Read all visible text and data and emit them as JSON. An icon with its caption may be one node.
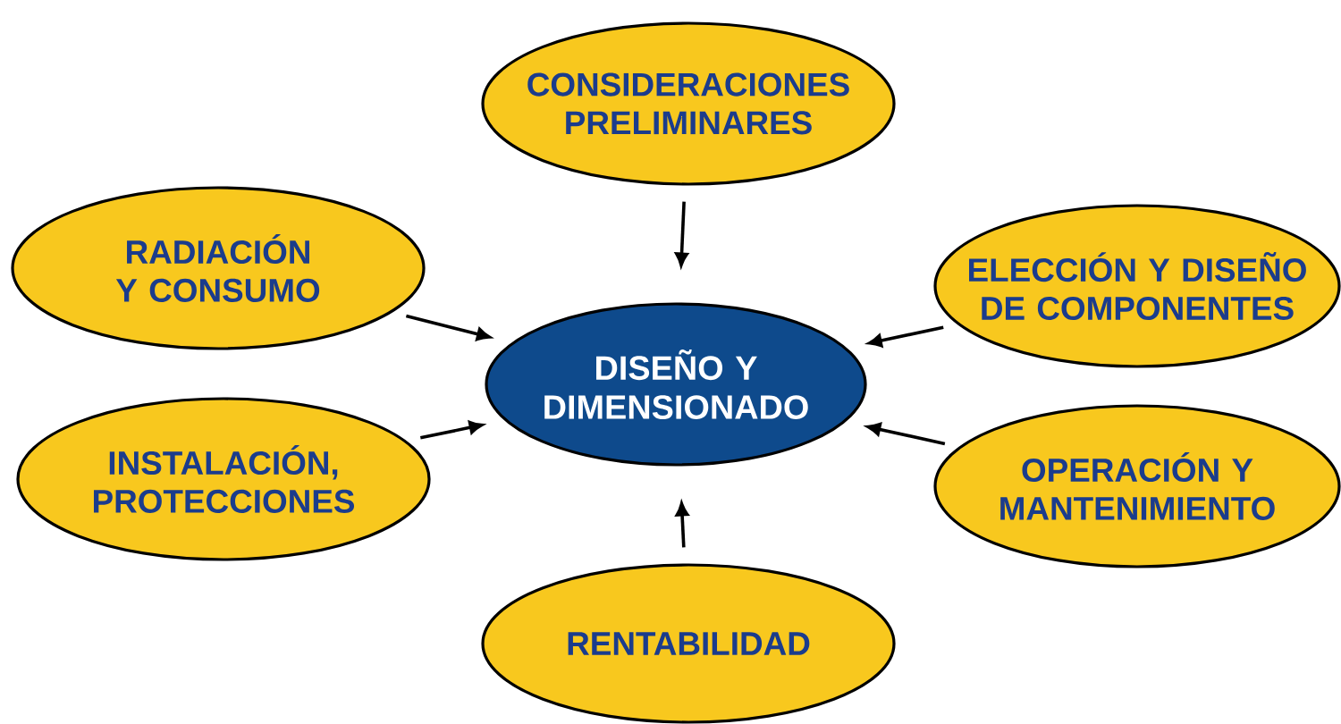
{
  "diagram": {
    "nodes": [
      {
        "text": [
          "DISEÑO Y DIMENSIONADO"
        ]
      },
      {
        "text": [
          "CONSIDERACIONES PRELIMINARES"
        ]
      },
      {
        "text": [
          "RADIACIÓN Y CONSUMO"
        ]
      },
      {
        "text": [
          "ELECCIÓN Y DISEÑO DE COMPONENTES"
        ]
      },
      {
        "text": [
          "INSTALACIÓN, PROTECCIONES"
        ]
      },
      {
        "text": [
          "OPERACIÓN Y MANTENIMIENTO"
        ]
      },
      {
        "text": [
          "RENTABILIDAD"
        ]
      }
    ],
    "edges": [
      {
        "from": 1,
        "to": 0,
        "arrow": "to"
      },
      {
        "from": 2,
        "to": 0,
        "arrow": "to"
      },
      {
        "from": 3,
        "to": 0,
        "arrow": "to"
      },
      {
        "from": 4,
        "to": 0,
        "arrow": "to"
      },
      {
        "from": 5,
        "to": 0,
        "arrow": "to"
      },
      {
        "from": 6,
        "to": 0,
        "arrow": "to"
      }
    ]
  }
}
